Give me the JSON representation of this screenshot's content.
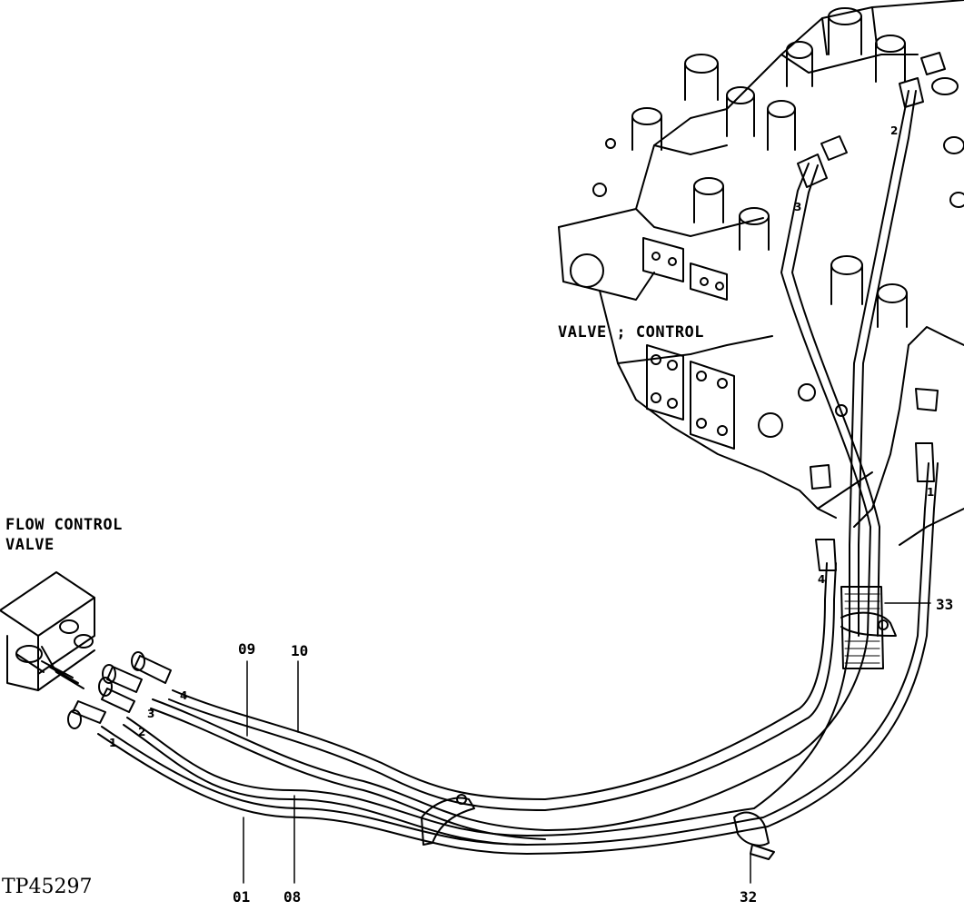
{
  "labels": {
    "valve_control": "VALVE ; CONTROL",
    "flow_control_line1": "FLOW CONTROL",
    "flow_control_line2": "VALVE",
    "figure_id": "TP45297"
  },
  "callouts": {
    "c09": "09",
    "c10": "10",
    "c01": "01",
    "c08": "08",
    "c32": "32",
    "c33": "33"
  },
  "port_numbers": {
    "p1": "1",
    "p2": "2",
    "p3": "3",
    "p4": "4"
  }
}
